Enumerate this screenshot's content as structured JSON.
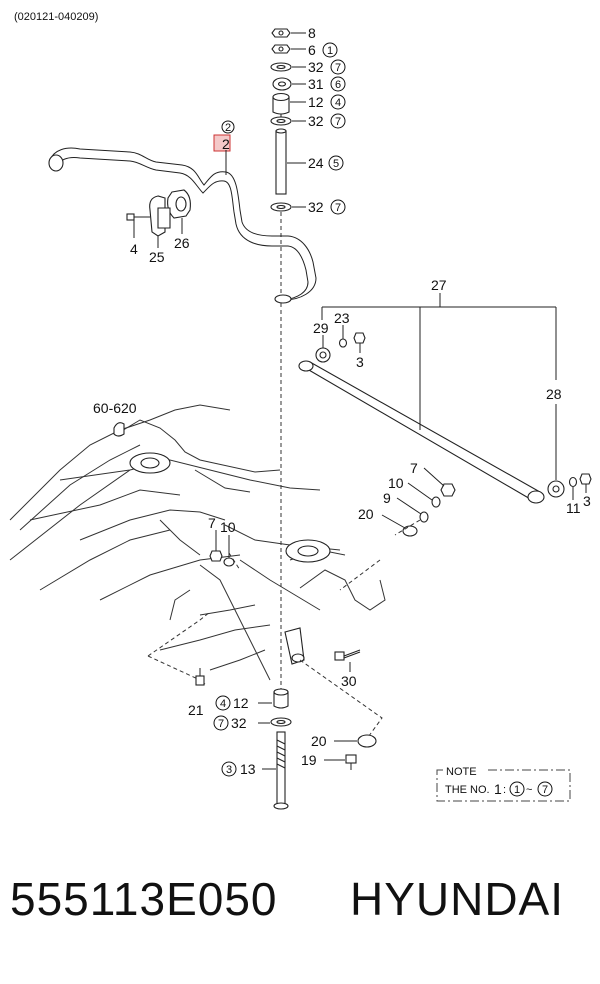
{
  "diagram": {
    "date_code": "(020121-040209)",
    "callouts": [
      {
        "id": "nut-8",
        "num": "8",
        "ref": ""
      },
      {
        "id": "nut-6",
        "num": "6",
        "ref": "1"
      },
      {
        "id": "washer-32-a",
        "num": "32",
        "ref": "7"
      },
      {
        "id": "bushing-31",
        "num": "31",
        "ref": "6"
      },
      {
        "id": "bushing-12-top",
        "num": "12",
        "ref": "4"
      },
      {
        "id": "washer-32-b",
        "num": "32",
        "ref": "7"
      },
      {
        "id": "spacer-24",
        "num": "24",
        "ref": "5"
      },
      {
        "id": "washer-32-c",
        "num": "32",
        "ref": "7"
      },
      {
        "id": "bolt-4",
        "num": "4",
        "ref": ""
      },
      {
        "id": "bracket-25",
        "num": "25",
        "ref": ""
      },
      {
        "id": "bushing-26",
        "num": "26",
        "ref": ""
      },
      {
        "id": "stabilizer-2",
        "num": "2",
        "ref": "2"
      },
      {
        "id": "lateral-rod-27",
        "num": "27",
        "ref": ""
      },
      {
        "id": "bushing-29",
        "num": "29",
        "ref": ""
      },
      {
        "id": "washer-23",
        "num": "23",
        "ref": ""
      },
      {
        "id": "nut-3-a",
        "num": "3",
        "ref": ""
      },
      {
        "id": "rod-28",
        "num": "28",
        "ref": ""
      },
      {
        "id": "washer-11",
        "num": "11",
        "ref": ""
      },
      {
        "id": "nut-3-b",
        "num": "3",
        "ref": ""
      },
      {
        "id": "nut-7-a",
        "num": "7",
        "ref": ""
      },
      {
        "id": "washer-10-a",
        "num": "10",
        "ref": ""
      },
      {
        "id": "washer-9",
        "num": "9",
        "ref": ""
      },
      {
        "id": "plate-20-a",
        "num": "20",
        "ref": ""
      },
      {
        "id": "nut-7-b",
        "num": "7",
        "ref": ""
      },
      {
        "id": "washer-10-b",
        "num": "10",
        "ref": ""
      },
      {
        "id": "bolt-30",
        "num": "30",
        "ref": ""
      },
      {
        "id": "bolt-21",
        "num": "21",
        "ref": ""
      },
      {
        "id": "bushing-12-low",
        "num": "12",
        "ref": "4"
      },
      {
        "id": "washer-32-low",
        "num": "32",
        "ref": "7"
      },
      {
        "id": "bolt-13",
        "num": "13",
        "ref": "3"
      },
      {
        "id": "plate-20-b",
        "num": "20",
        "ref": ""
      },
      {
        "id": "bolt-19",
        "num": "19",
        "ref": ""
      }
    ],
    "ref_label": "60-620",
    "note": {
      "title": "NOTE",
      "text": "THE NO.",
      "no": "1",
      "sep": ":",
      "range_from": "1",
      "tilde": "~",
      "range_to": "7"
    }
  },
  "footer": {
    "part_number": "555113E050",
    "brand": "HYUNDAI"
  }
}
